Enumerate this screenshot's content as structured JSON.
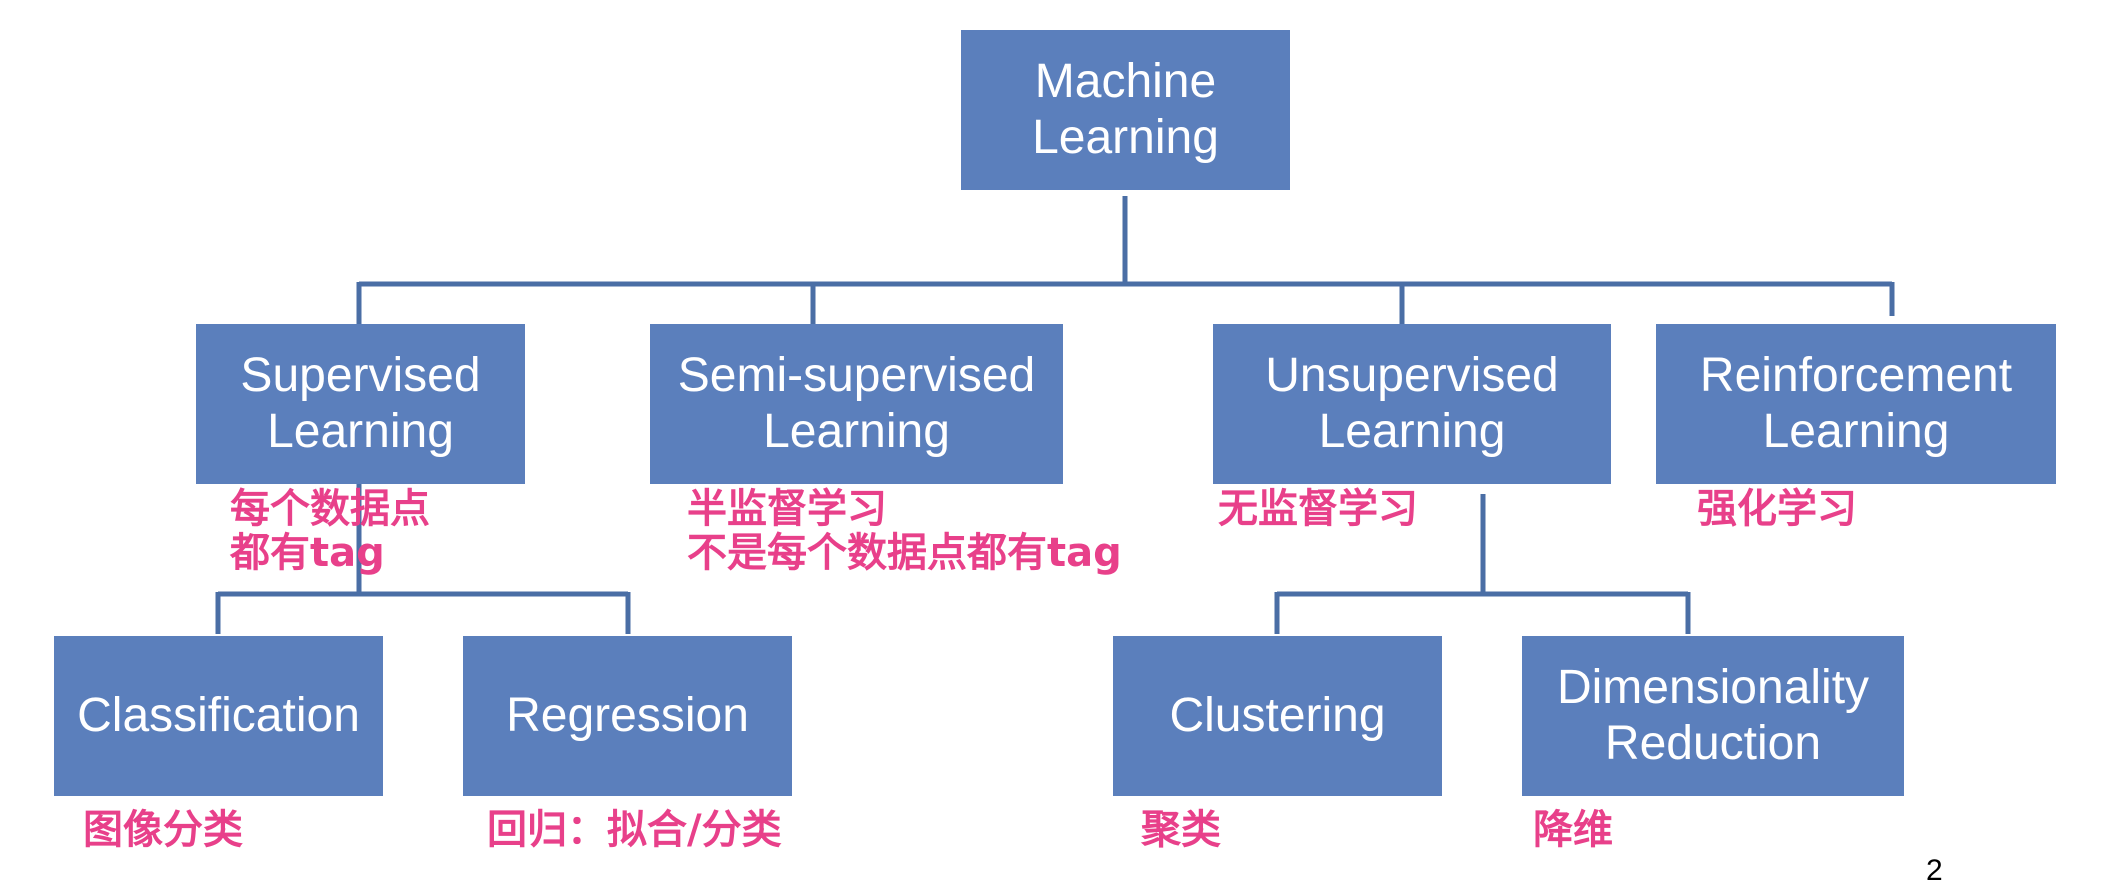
{
  "diagram": {
    "root": "Machine\nLearning",
    "categories": {
      "supervised": "Supervised\nLearning",
      "semi_supervised": "Semi-supervised\nLearning",
      "unsupervised": "Unsupervised\nLearning",
      "reinforcement": "Reinforcement\nLearning"
    },
    "subcategories": {
      "classification": "Classification",
      "regression": "Regression",
      "clustering": "Clustering",
      "dimensionality_reduction": "Dimensionality\nReduction"
    },
    "annotations": {
      "supervised": "每个数据点\n都有tag",
      "semi_supervised": "半监督学习\n不是每个数据点都有tag",
      "unsupervised": "无监督学习",
      "reinforcement": "强化学习",
      "classification": "图像分类",
      "regression": "回归：拟合/分类",
      "clustering": "聚类",
      "dimensionality_reduction": "降维"
    },
    "page_number": "2"
  },
  "colors": {
    "box_fill": "#5b7fbc",
    "connector": "#4a6ea5",
    "box_text": "#ffffff",
    "annotation_text": "#e8408a"
  }
}
